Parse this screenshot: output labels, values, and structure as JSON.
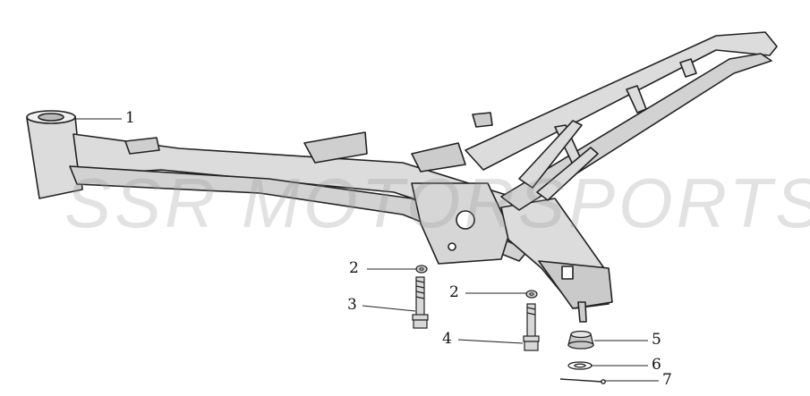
{
  "watermark": "SSR MOTORSPORTS",
  "callouts": {
    "c1": "1",
    "c2a": "2",
    "c2b": "2",
    "c3": "3",
    "c4": "4",
    "c5": "5",
    "c6": "6",
    "c7": "7"
  },
  "colors": {
    "line": "#222222",
    "frame_fill": "#dcdcdc",
    "watermark": "#969696"
  }
}
